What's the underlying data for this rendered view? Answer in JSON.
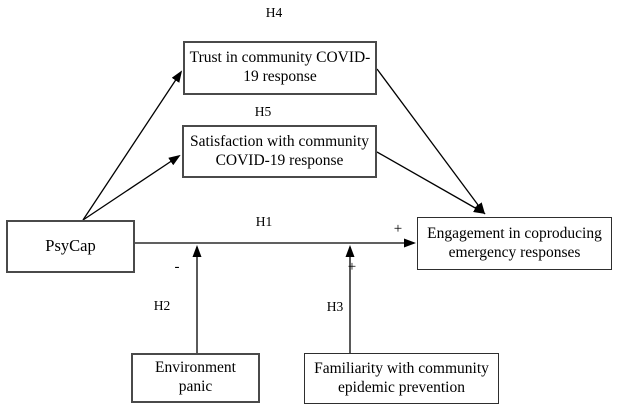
{
  "nodes": {
    "trust": {
      "label": "Trust in community COVID-19 response"
    },
    "satisfaction": {
      "label": "Satisfaction with community COVID-19 response"
    },
    "psycap": {
      "label": "PsyCap"
    },
    "engagement": {
      "label": "Engagement in coproducing emergency responses"
    },
    "panic": {
      "label": "Environment panic"
    },
    "familiarity": {
      "label": "Familiarity with community epidemic prevention"
    }
  },
  "labels": {
    "h1": "H1",
    "h2": "H2",
    "h3": "H3",
    "h4": "H4",
    "h5": "H5"
  },
  "signs": {
    "h1": "+",
    "h2": "-",
    "h3": "+"
  },
  "edges": [
    {
      "from": "psycap",
      "to": "trust"
    },
    {
      "from": "psycap",
      "to": "satisfaction"
    },
    {
      "from": "trust",
      "to": "engagement",
      "hypothesis": "H4"
    },
    {
      "from": "satisfaction",
      "to": "engagement",
      "hypothesis": "H5"
    },
    {
      "from": "psycap",
      "to": "engagement",
      "hypothesis": "H1",
      "sign": "+"
    },
    {
      "from": "panic",
      "to": "psycap-engagement-path",
      "hypothesis": "H2",
      "sign": "-"
    },
    {
      "from": "familiarity",
      "to": "psycap-engagement-path",
      "hypothesis": "H3",
      "sign": "+"
    }
  ],
  "colors": {
    "background": "#ffffff",
    "line": "#000000",
    "box_border": "#4a4a4a",
    "text": "#000000"
  }
}
